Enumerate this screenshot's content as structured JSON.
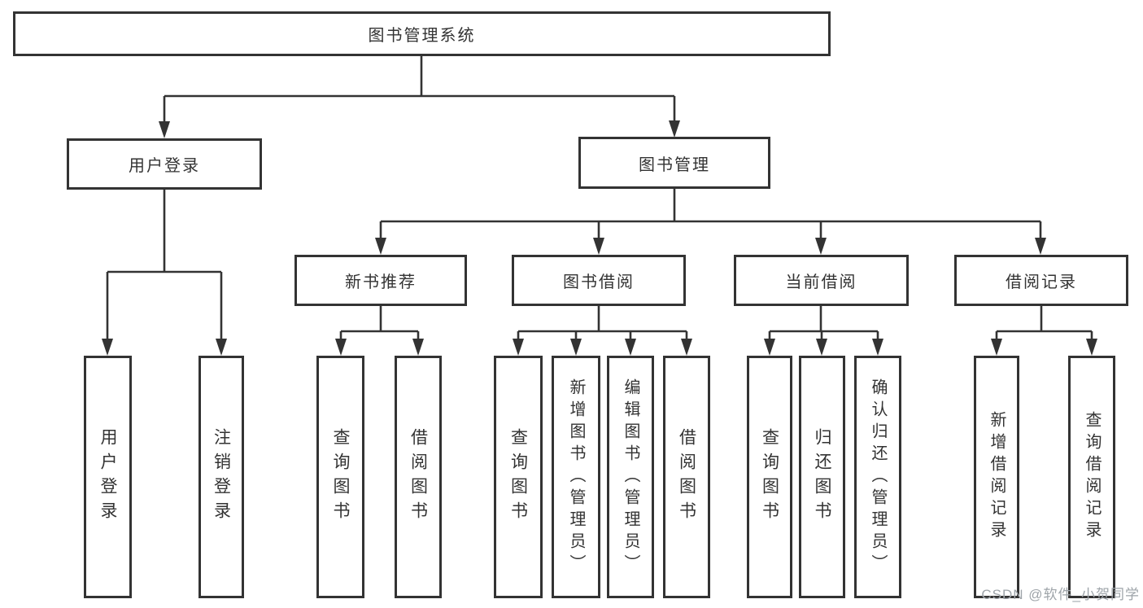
{
  "nodes": {
    "root": "图书管理系统",
    "user_login": "用户登录",
    "book_mgmt": "图书管理",
    "leaf_user_login": "用户登录",
    "leaf_logout": "注销登录",
    "new_book_rec": "新书推荐",
    "book_borrow": "图书借阅",
    "current_borrow": "当前借阅",
    "borrow_records": "借阅记录",
    "nbr_query_books": "查询图书",
    "nbr_borrow_books": "借阅图书",
    "bb_query_books": "查询图书",
    "bb_add_books": "新增图书（管理员）",
    "bb_edit_books": "编辑图书（管理员）",
    "bb_borrow_books": "借阅图书",
    "cb_query_books": "查询图书",
    "cb_return_books": "归还图书",
    "cb_confirm_return": "确认归还（管理员）",
    "br_add_record": "新增借阅记录",
    "br_query_record": "查询借阅记录"
  },
  "hierarchy": [
    {
      "parent": "root",
      "children": [
        "user_login",
        "book_mgmt"
      ]
    },
    {
      "parent": "user_login",
      "children": [
        "leaf_user_login",
        "leaf_logout"
      ]
    },
    {
      "parent": "book_mgmt",
      "children": [
        "new_book_rec",
        "book_borrow",
        "current_borrow",
        "borrow_records"
      ]
    },
    {
      "parent": "new_book_rec",
      "children": [
        "nbr_query_books",
        "nbr_borrow_books"
      ]
    },
    {
      "parent": "book_borrow",
      "children": [
        "bb_query_books",
        "bb_add_books",
        "bb_edit_books",
        "bb_borrow_books"
      ]
    },
    {
      "parent": "current_borrow",
      "children": [
        "cb_query_books",
        "cb_return_books",
        "cb_confirm_return"
      ]
    },
    {
      "parent": "borrow_records",
      "children": [
        "br_add_record",
        "br_query_record"
      ]
    }
  ],
  "watermark": "CSDN @软件_小贺同学",
  "colors": {
    "line": "#333333",
    "text": "#333333",
    "box_fill": "#ffffff",
    "watermark": "#9ea4a9",
    "background": "#ffffff"
  }
}
